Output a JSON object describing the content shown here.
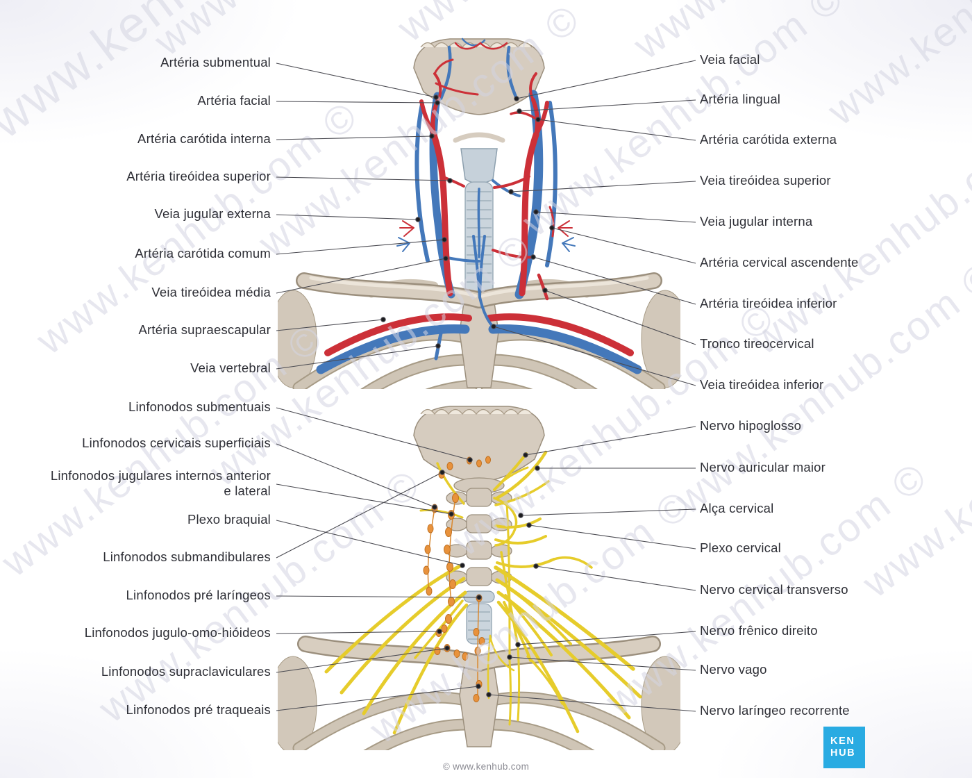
{
  "watermark": {
    "text": "www.kenhub.com ©"
  },
  "footer": {
    "copyright": "© www.kenhub.com",
    "logo_line1": "KEN",
    "logo_line2": "HUB"
  },
  "colors": {
    "artery": "#cc3038",
    "vein": "#4478ba",
    "nerve": "#e6cc2b",
    "lymph": "#e8923c",
    "bone": "#d6ccbf",
    "cartilage": "#c6d1da",
    "logo": "#29abe2"
  },
  "labels": {
    "top_left": [
      "Artéria submentual",
      "Artéria facial",
      "Artéria carótida interna",
      "Artéria tireóidea superior",
      "Veia jugular externa",
      "Artéria carótida comum",
      "Veia tireóidea média",
      "Artéria supraescapular",
      "Veia vertebral"
    ],
    "top_right": [
      "Veia facial",
      "Artéria lingual",
      "Artéria carótida externa",
      "Veia tireóidea superior",
      "Veia jugular interna",
      "Artéria cervical ascendente",
      "Artéria tireóidea inferior",
      "Tronco tireocervical",
      "Veia tireóidea inferior"
    ],
    "bottom_left": [
      "Linfonodos submentuais",
      "Linfonodos cervicais superficiais",
      "Linfonodos jugulares internos anterior e lateral",
      "Plexo braquial",
      "Linfonodos submandibulares",
      "Linfonodos pré laríngeos",
      "Linfonodos jugulo-omo-hióideos",
      "Linfonodos supraclaviculares",
      "Linfonodos pré traqueais"
    ],
    "bottom_right": [
      "Nervo hipoglosso",
      "Nervo auricular maior",
      "Alça cervical",
      "Plexo cervical",
      "Nervo cervical transverso",
      "Nervo frênico direito",
      "Nervo vago",
      "Nervo laríngeo recorrente"
    ]
  }
}
